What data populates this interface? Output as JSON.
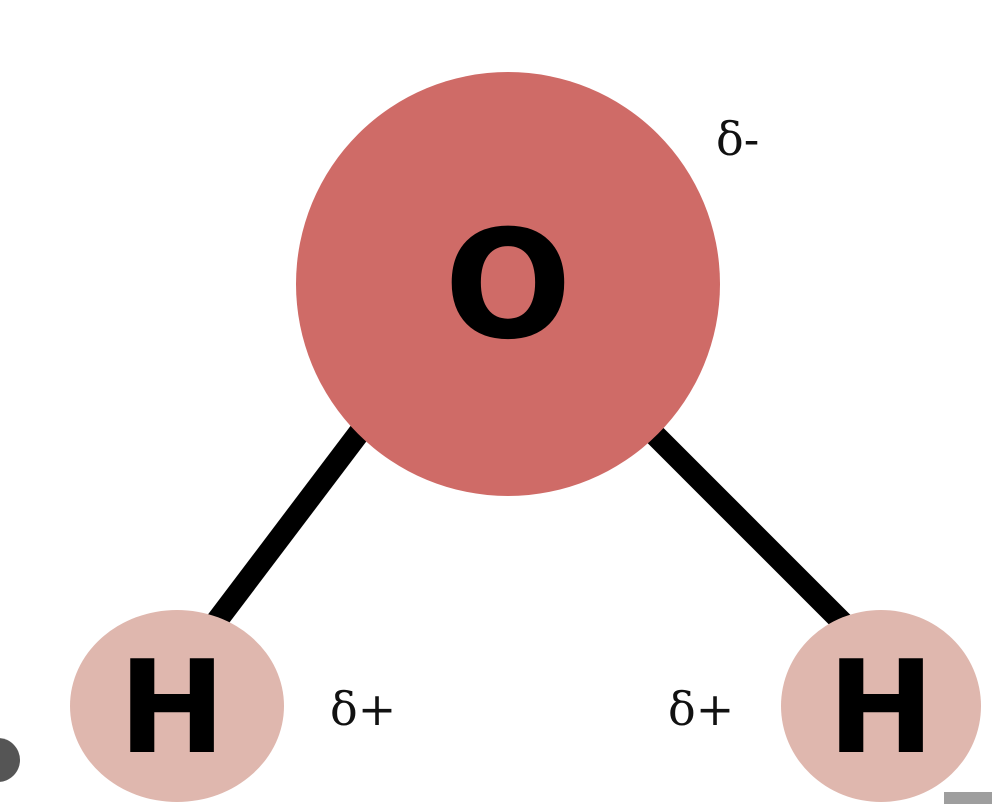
{
  "molecule": {
    "oxygen": {
      "symbol": "O",
      "charge": "δ-",
      "color": "#cf6b67"
    },
    "hydrogen_left": {
      "symbol": "H",
      "charge": "δ+",
      "color": "#dfb7ae"
    },
    "hydrogen_right": {
      "symbol": "H",
      "charge": "δ+",
      "color": "#dfb7ae"
    },
    "bond_color": "#000000"
  }
}
